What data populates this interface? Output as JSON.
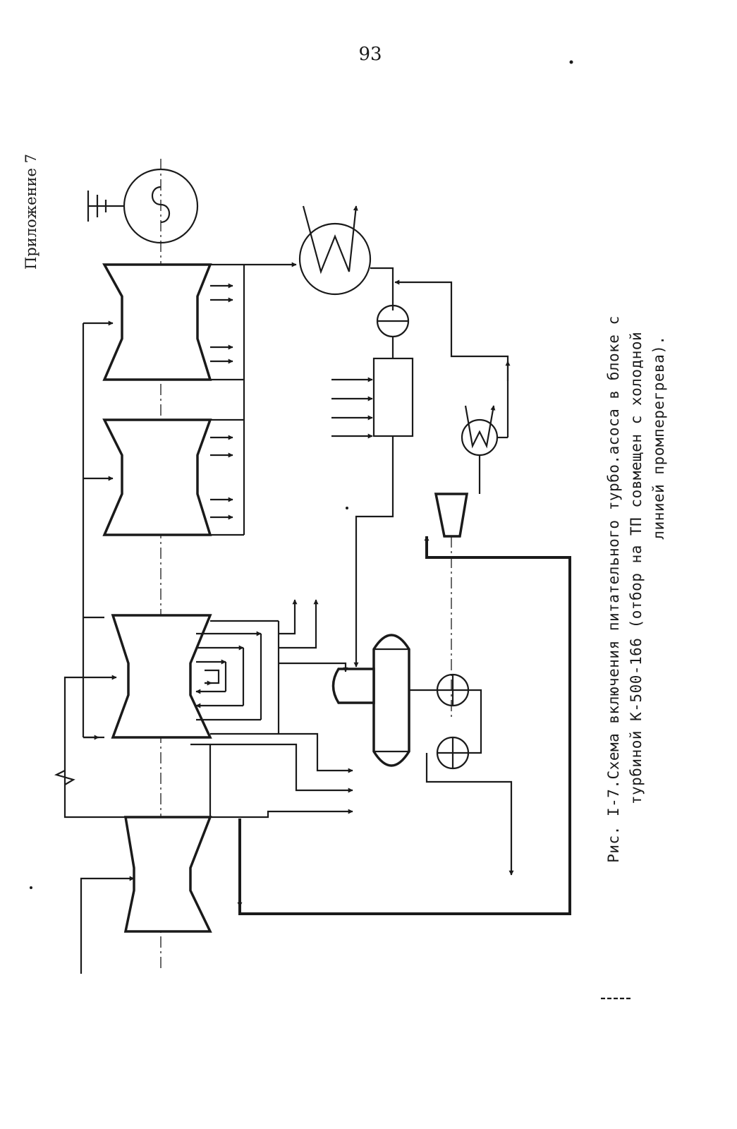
{
  "page_number": "93",
  "appendix_label": "Приложение 7",
  "caption": {
    "line1": "Рис. I-7.Схема включения питательного турбо.асоса в блоке с",
    "line2": "турбиной К-500-166 (отбор на ТП совмещен с холодной",
    "line3": "линией промперегрева)."
  },
  "colors": {
    "ink": "#1a1a1a",
    "paper": "#ffffff"
  }
}
